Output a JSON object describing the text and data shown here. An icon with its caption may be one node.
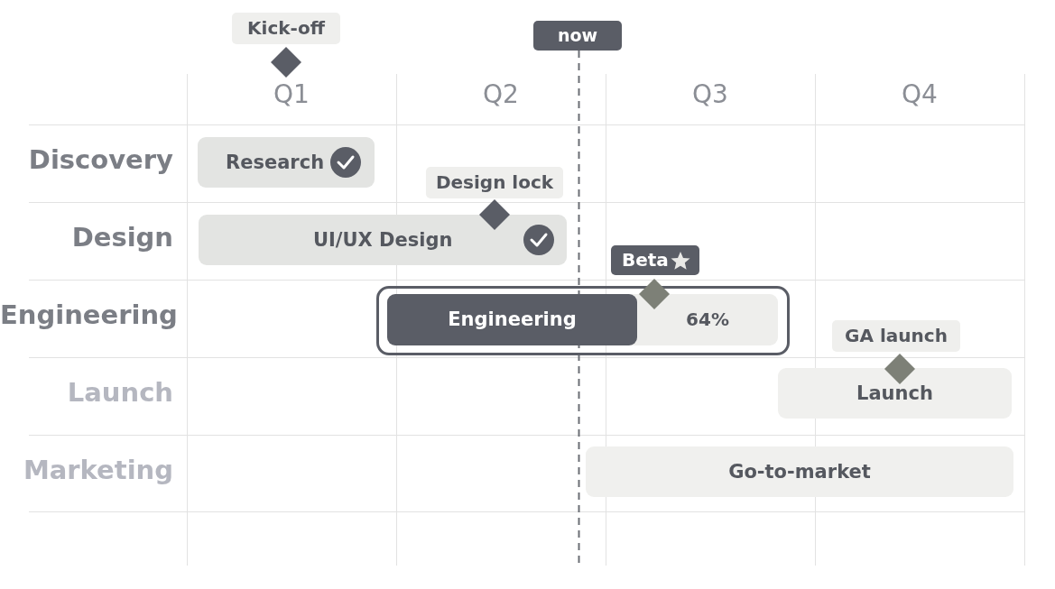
{
  "diagram": {
    "nodes": [
      {
        "text": [
          "Kick-off"
        ]
      },
      {
        "text": [
          "now"
        ]
      },
      {
        "text": [
          "Research"
        ]
      },
      {
        "text": [
          "Design lock"
        ]
      },
      {
        "text": [
          "UI/UX Design"
        ]
      },
      {
        "text": [
          "Beta"
        ]
      },
      {
        "text": [
          "Engineering",
          "64%"
        ]
      },
      {
        "text": [
          "GA launch"
        ]
      },
      {
        "text": [
          "Launch"
        ]
      },
      {
        "text": [
          "Go-to-market"
        ]
      }
    ],
    "labels": [
      "Q1",
      "Q2",
      "Q3",
      "Q4",
      "Discovery",
      "Design",
      "Engineering",
      "Launch",
      "Marketing"
    ]
  }
}
